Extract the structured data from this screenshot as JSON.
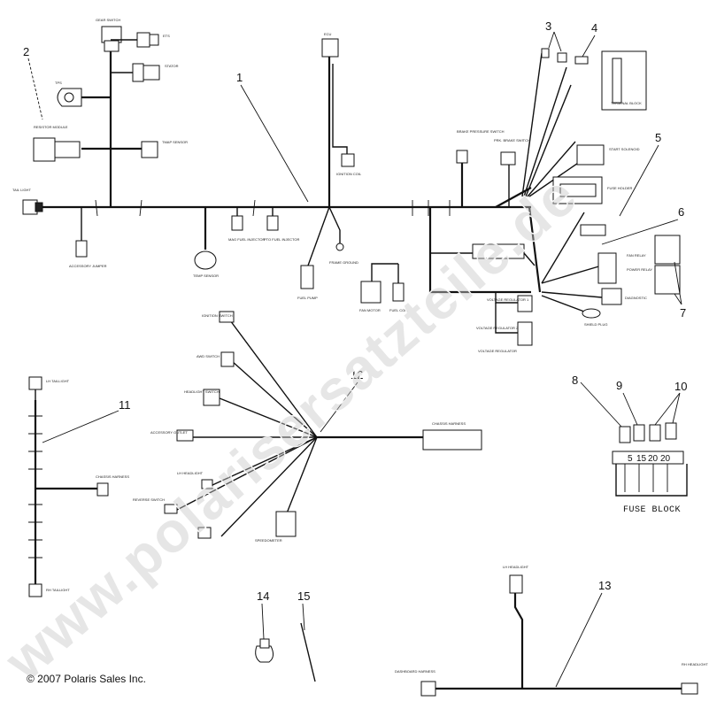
{
  "copyright": "© 2007 Polaris Sales Inc.",
  "watermark": "www.polarisersatzteile.de",
  "callouts": [
    "1",
    "2",
    "3",
    "4",
    "5",
    "6",
    "7",
    "8",
    "9",
    "10",
    "11",
    "12",
    "13",
    "14",
    "15"
  ],
  "fuse_block": {
    "label": "FUSE BLOCK",
    "ratings": [
      "5",
      "15",
      "20",
      "20"
    ]
  },
  "labels": {
    "gear_switch": "GEAR SWITCH",
    "ets": "ETS",
    "stator": "STATOR",
    "tps": "TPS",
    "resistor_module": "RESISTOR MODULE",
    "tmap_sensor": "TMAP SENSOR",
    "tail_light": "TAIL LIGHT",
    "accessory_jumper": "ACCESSORY JUMPER",
    "mag_fuel_injector": "MAG FUEL INJECTOR",
    "pto_fuel_injector": "PTO FUEL INJECTOR",
    "temp_sensor": "TEMP SENSOR",
    "fuel_pump": "FUEL PUMP",
    "frame_ground": "FRAME GROUND",
    "ecu": "ECU",
    "ignition_coil": "IGNITION COIL",
    "brake_pressure_switch": "BRAKE PRESSURE SWITCH",
    "park_brake_switch": "PRK. BRAKE SWITCH",
    "start_solenoid": "START SOLENOID",
    "terminal_block": "TERMINAL BLOCK",
    "fuse_holder": "FUSE HOLDER",
    "fan_motor": "FAN MOTOR",
    "fuel_coil": "FUEL COIL",
    "voltage_regulator_1": "VOLTAGE REGULATOR 1",
    "voltage_regulator_2": "VOLTAGE REGULATOR 2",
    "voltage_regulator": "VOLTAGE REGULATOR",
    "fan_relay": "FAN RELAY",
    "power_relay": "POWER RELAY",
    "diagnostic": "DIAGNOSTIC",
    "shield_plug": "SHIELD PLUG",
    "ignition_switch": "IGNITION SWITCH",
    "awd_switch": "AWD SWITCH",
    "headlight_switch": "HEADLIGHT SWITCH",
    "accessory_outlet": "ACCESSORY OUTLET",
    "lh_headlight_dash": "LH HEADLIGHT",
    "reverse_switch": "REVERSE SWITCH",
    "speedometer": "SPEEDOMETER",
    "chassis_harness": "CHASSIS HARNESS",
    "lh_taillight": "LH TAILLIGHT",
    "rh_taillight": "RH TAILLIGHT",
    "lh_headlight": "LH HEADLIGHT",
    "rh_headlight": "RH HEADLIGHT",
    "dashboard_harness": "DASHBOARD HARNESS"
  }
}
